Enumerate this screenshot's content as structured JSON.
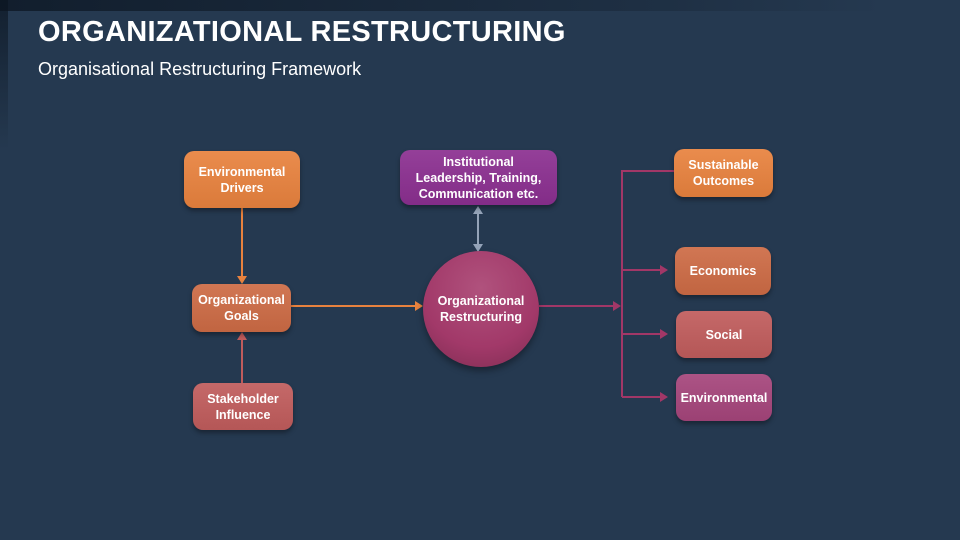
{
  "slide": {
    "title": "ORGANIZATIONAL RESTRUCTURING",
    "subtitle": "Organisational Restructuring Framework"
  },
  "diagram": {
    "nodes": {
      "environmental_drivers": {
        "label": "Environmental Drivers",
        "lines": [
          "Environmental",
          "Drivers"
        ],
        "color": "#E8823E"
      },
      "organizational_goals": {
        "label": "Organizational Goals",
        "lines": [
          "Organizational",
          "Goals"
        ],
        "color": "#CD6B45"
      },
      "stakeholder_influence": {
        "label": "Stakeholder Influence",
        "lines": [
          "Stakeholder",
          "Influence"
        ],
        "color": "#C05C5C"
      },
      "institutional": {
        "label": "Institutional Leadership, Training, Communication etc.",
        "lines": [
          "Institutional",
          "Leadership, Training,",
          "Communication etc."
        ],
        "color": "#8B2F90"
      },
      "organizational_restructuring": {
        "label": "Organizational Restructuring",
        "lines": [
          "Organizational",
          "Restructuring"
        ],
        "color": "#A53A6B"
      },
      "sustainable_outcomes": {
        "label": "Sustainable Outcomes",
        "lines": [
          "Sustainable",
          "Outcomes"
        ],
        "color": "#E8823E"
      },
      "economics": {
        "label": "Economics",
        "lines": [
          "Economics"
        ],
        "color": "#CD6B45"
      },
      "social": {
        "label": "Social",
        "lines": [
          "Social"
        ],
        "color": "#C05C5C"
      },
      "environmental": {
        "label": "Environmental",
        "lines": [
          "Environmental"
        ],
        "color": "#A5457B"
      }
    },
    "colors": {
      "background": "#253950",
      "arrow_orange": "#E8823E",
      "arrow_brick": "#C05C5C",
      "arrow_gray": "#94A3B8",
      "arrow_magenta": "#A23767",
      "text": "#FFFFFF"
    }
  }
}
